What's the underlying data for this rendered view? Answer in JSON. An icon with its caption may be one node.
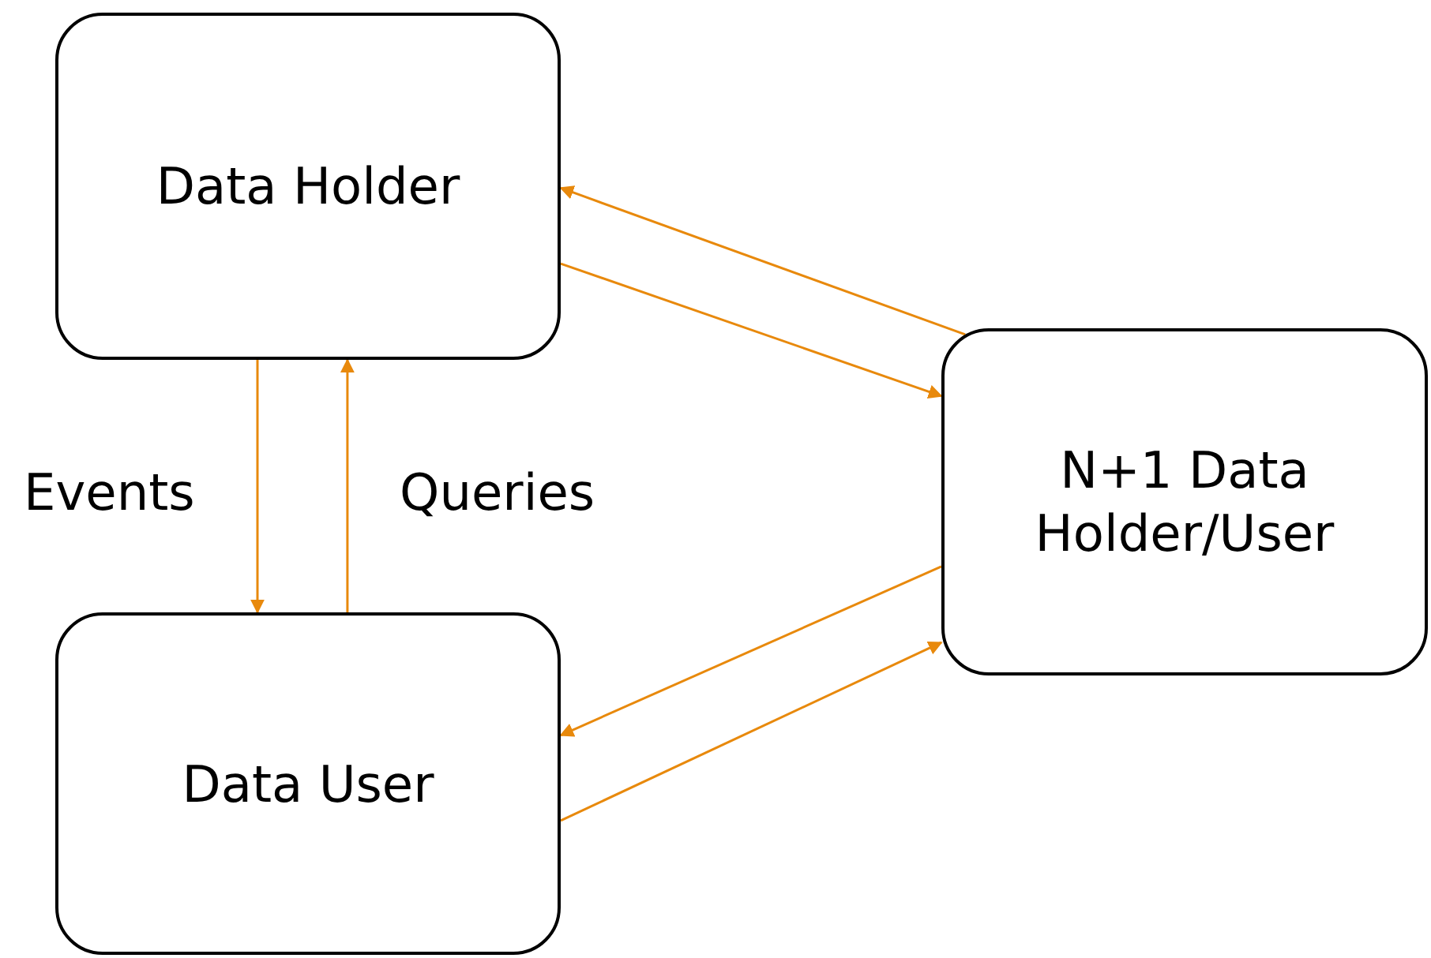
{
  "diagram": {
    "nodes": [
      {
        "text": [
          "Data Holder"
        ]
      },
      {
        "text": [
          "Data User"
        ]
      },
      {
        "text": [
          "N+1 Data Holder/User"
        ]
      }
    ],
    "edges": [
      {
        "from": 0,
        "to": 1,
        "arrow": "to",
        "label": "Events"
      },
      {
        "from": 1,
        "to": 0,
        "arrow": "to",
        "label": "Queries"
      },
      {
        "from": 2,
        "to": 0,
        "arrow": "to"
      },
      {
        "from": 0,
        "to": 2,
        "arrow": "to"
      },
      {
        "from": 2,
        "to": 1,
        "arrow": "to"
      },
      {
        "from": 1,
        "to": 2,
        "arrow": "to"
      }
    ]
  }
}
